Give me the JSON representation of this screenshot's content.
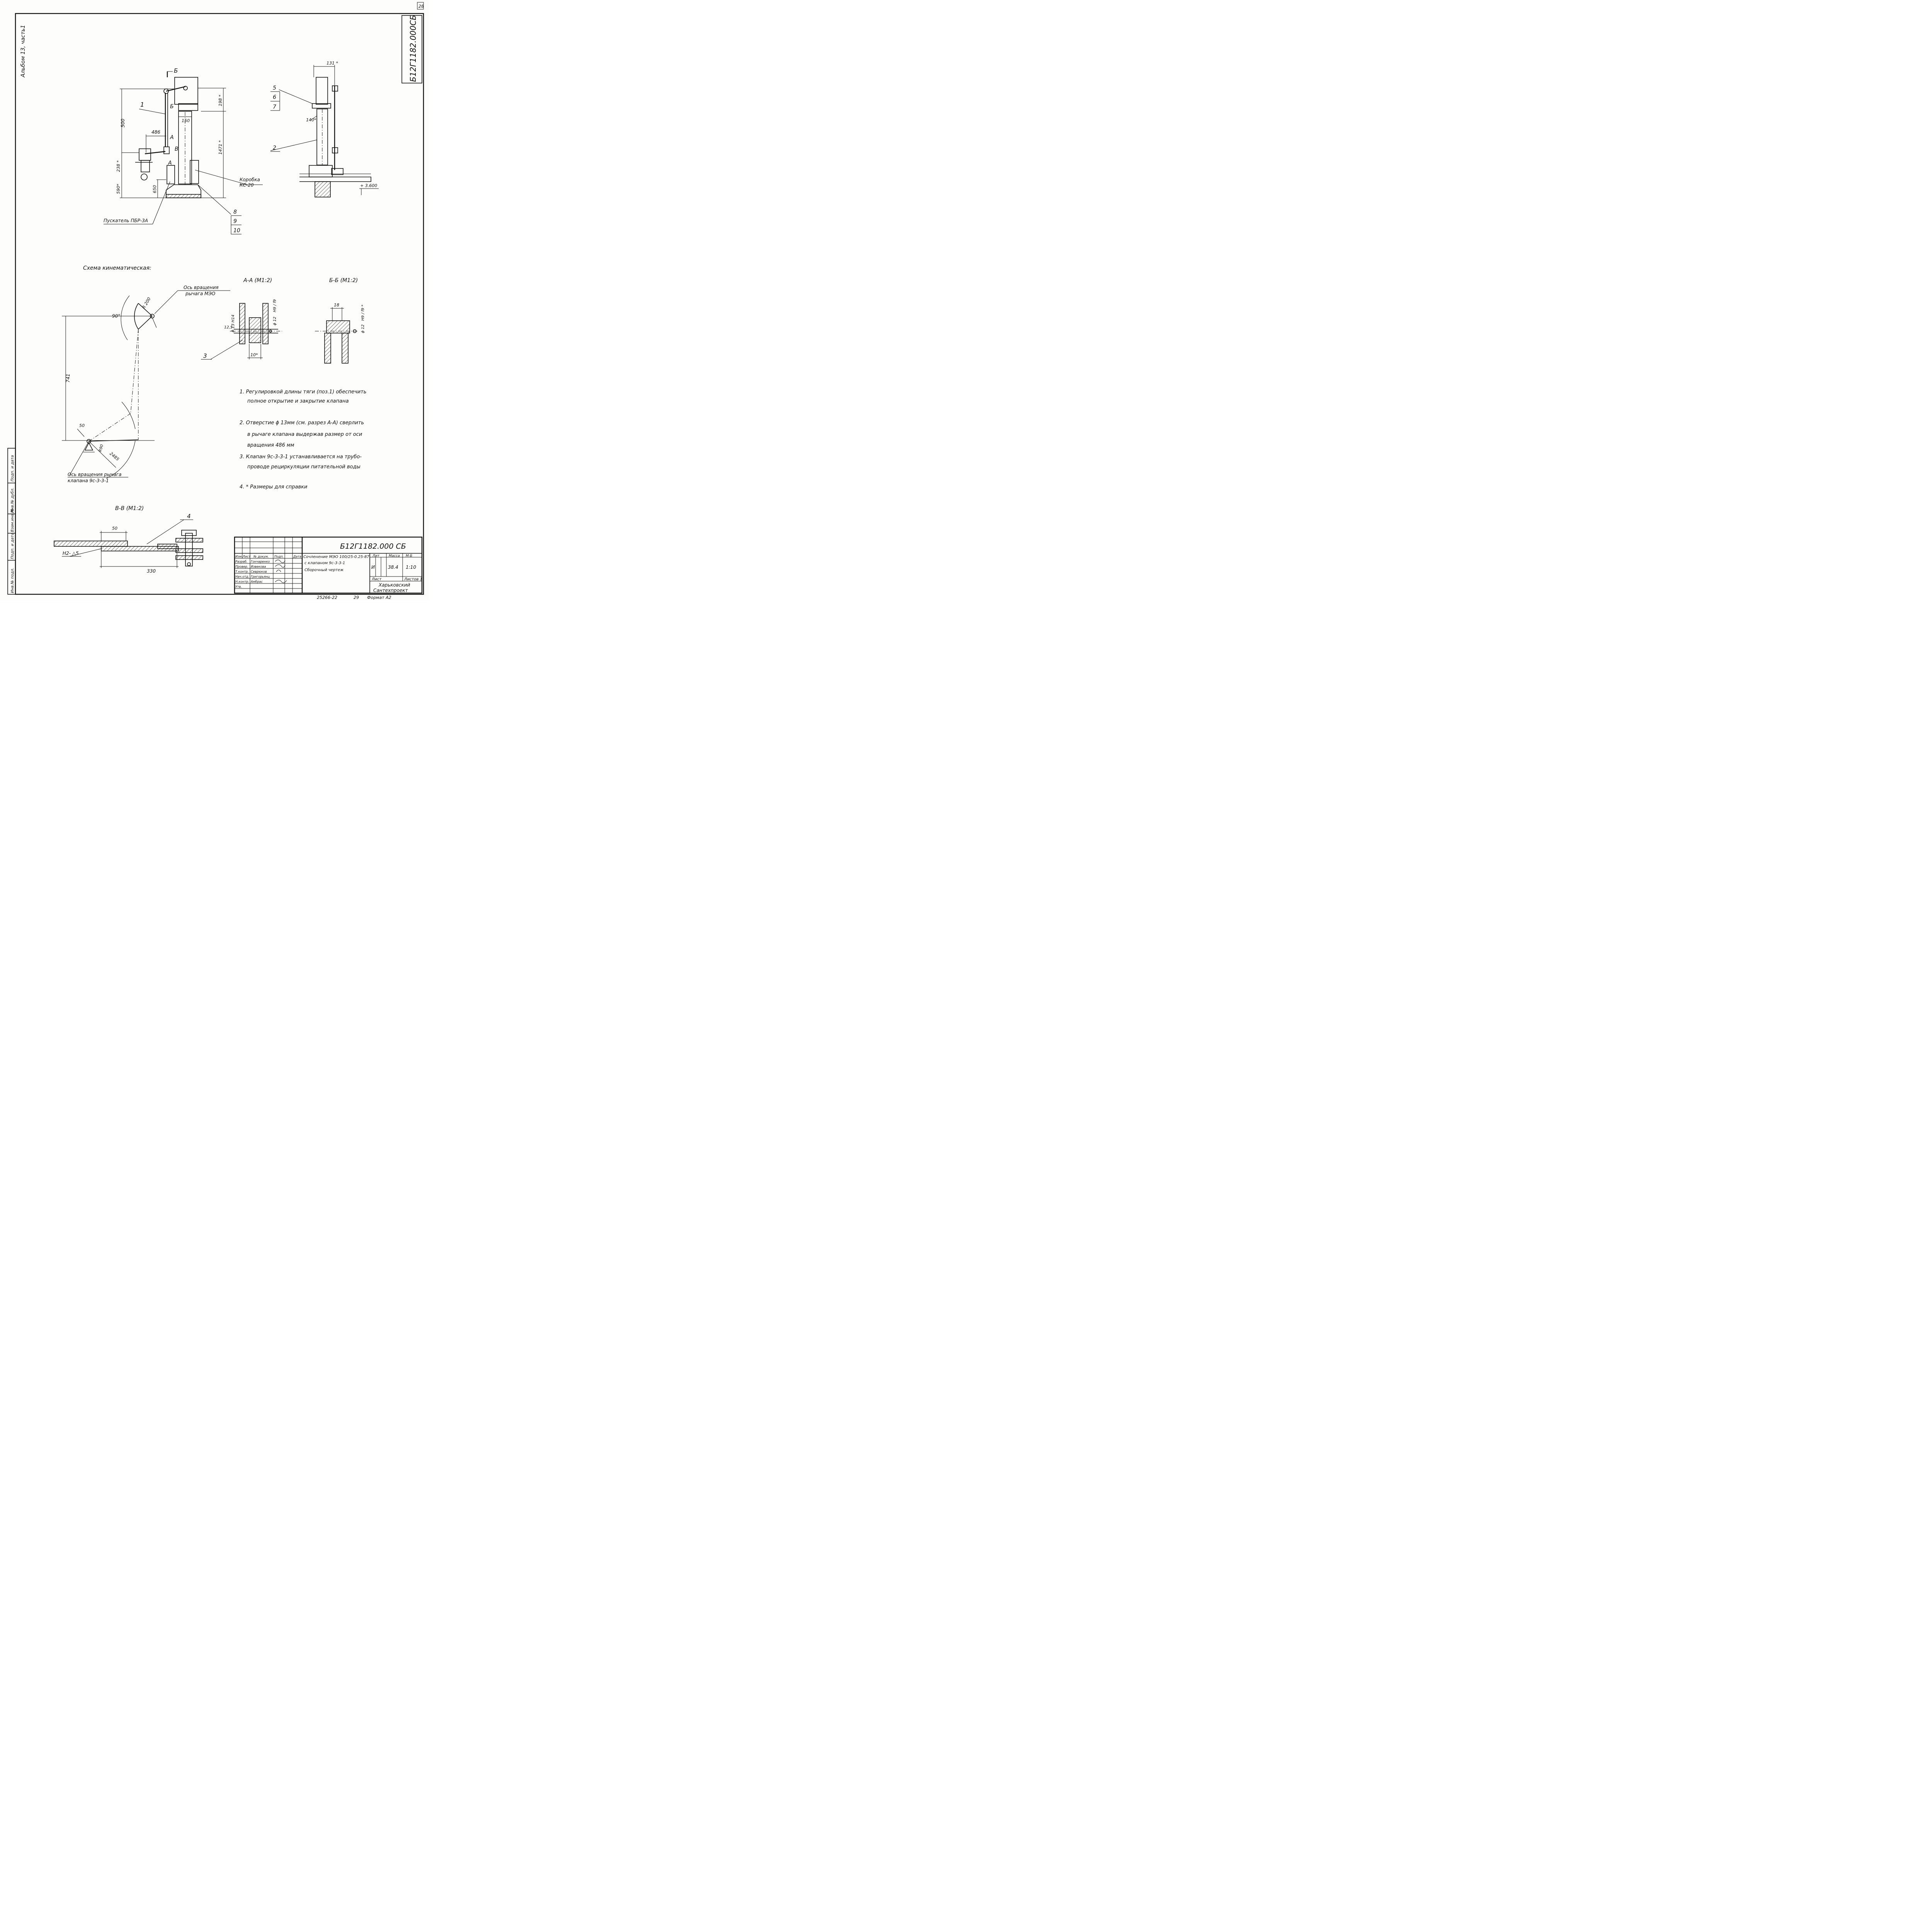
{
  "sheet_number": "28",
  "side_note": "Альбом 13, часть1",
  "doc_code_vertical": "Б12Г1182.000СБ",
  "views": {
    "main": {
      "cut_b_label": "Б",
      "cut_a_label": "А",
      "cut_v_label": "В",
      "pos_1": "1",
      "dims": {
        "d500": "500",
        "d486": "486",
        "d238": "238 *",
        "d590": "590*",
        "d650": "650",
        "d150": "150",
        "d198": "198 *",
        "d1471": "1471 *"
      },
      "box_label_line1": "Коробка",
      "box_label_line2": "КС-20",
      "starter_label": "Пускатель ПБР-3А",
      "pos_stack": [
        "8",
        "9",
        "10"
      ]
    },
    "side": {
      "d131": "131 *",
      "d140": "140*",
      "pos_stack": [
        "5",
        "6",
        "7"
      ],
      "pos_2": "2",
      "level": "+ 3.600"
    },
    "kinematic": {
      "title": "Схема кинематическая:",
      "axis_meo_line1": "Ось вращения",
      "axis_meo_line2": "рычага МЭО",
      "angle": "90°",
      "r200": "R 200",
      "d741": "741",
      "d50": "50",
      "r90": "R90",
      "d2485": "2485",
      "axis_valve_line1": "Ось вращения рычага",
      "axis_valve_line2": "клапана 9с-3-3-1"
    },
    "section_aa": {
      "title": "А-А (М1:2)",
      "d13": "ϕ 13 Н14",
      "d12": "ϕ 12",
      "fit": "Н9 / f9",
      "d125": "12,5",
      "d10": "10*",
      "pos_3": "3"
    },
    "section_bb": {
      "title": "Б-Б (М1:2)",
      "d18": "18",
      "d12": "ϕ 12",
      "fit": "Н9 / f9 *"
    },
    "section_vv": {
      "title": "В-В (М1:2)",
      "d50": "50",
      "d330": "330",
      "weld": "Н2- △5",
      "pos_4": "4"
    }
  },
  "notes": [
    "1. Регулировкой длины тяги (поз.1) обеспечить",
    "полное открытие и закрытие клапана",
    "2. Отверстие ϕ 13мм (см. разрез А-А) сверлить",
    "в рычаге клапана выдержав размер от оси",
    "вращения 486 мм",
    "3. Клапан 9с-3-3-1 устанавливается на трубо-",
    "проводе рециркуляции питательной воды",
    "4. * Размеры для справки"
  ],
  "left_strip": [
    "Инв.№ подл.",
    "Подп. и дата",
    "Взам.инв.№",
    "Инв.№ дубл.",
    "Подп. и дата"
  ],
  "title_block": {
    "code": "Б12Г1182.000 СБ",
    "name_line1": "Сочленение МЭО 100/25-0.25-87",
    "name_line2": "с клапаном 9с-3-3-1",
    "name_line3": "Сборочный чертеж",
    "header_cells": [
      "Изм.",
      "Лист",
      "№ докум.",
      "Подп.",
      "Дата"
    ],
    "roles": [
      {
        "role": "Разраб.",
        "name": "Гончаренко"
      },
      {
        "role": "Провер.",
        "name": "Извекова"
      },
      {
        "role": "Т.контр.",
        "name": "Севрюков"
      },
      {
        "role": "Нач.отд.",
        "name": "Григорьянц"
      },
      {
        "role": "Н.контр.",
        "name": "Амбрас"
      },
      {
        "role": "Утв.",
        "name": ""
      }
    ],
    "lit_label": "Лит",
    "mass_label": "Масса",
    "scale_label": "М-Б",
    "lit_value": "И",
    "mass_value": "38.4",
    "scale_value": "1:10",
    "sheet_label": "Лист",
    "sheets_label": "Листов 1",
    "org_line1": "Харьковский",
    "org_line2": "Сантехпроект"
  },
  "footer": {
    "number": "25266-22",
    "page": "29",
    "format": "Формат А2"
  }
}
